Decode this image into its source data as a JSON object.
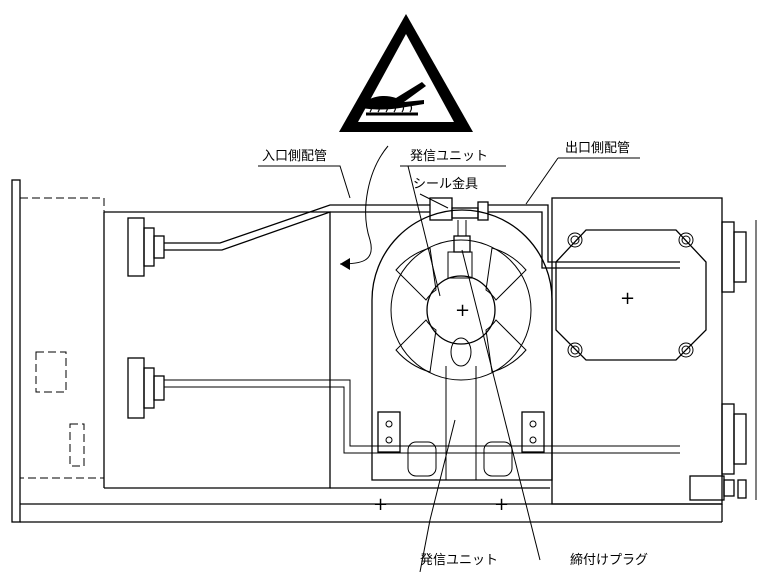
{
  "labels": {
    "inlet_piping": "入口側配管",
    "transmitter_unit_top": "発信ユニット",
    "seal_fitting": "シール金具",
    "outlet_piping": "出口側配管",
    "transmitter_unit_bottom": "発信ユニット",
    "tightening_plug": "締付けプラグ"
  },
  "warning_symbol": {
    "icon": "hot-surface-warning-icon"
  }
}
